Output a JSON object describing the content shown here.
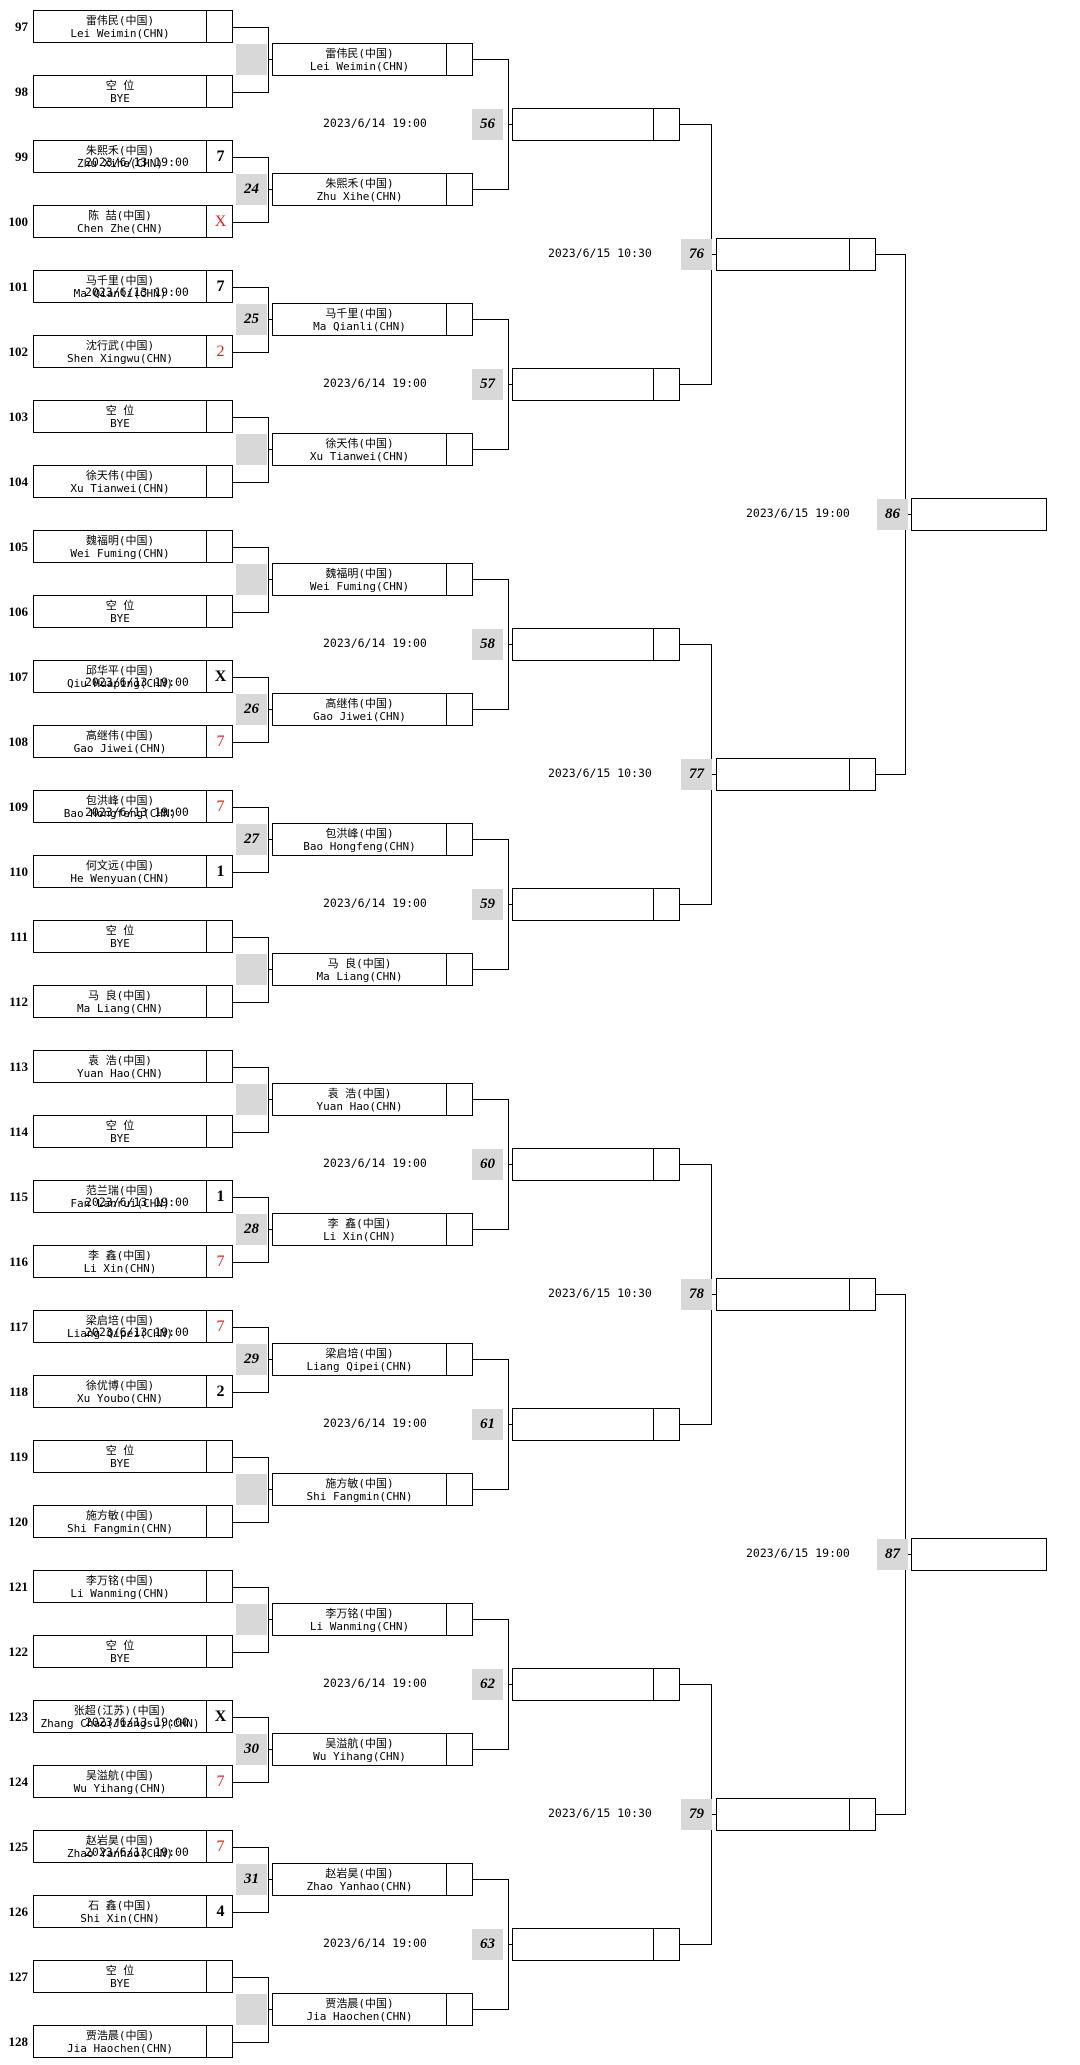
{
  "round1": [
    {
      "seed": "97",
      "cn": "雷伟民(中国)",
      "en": "Lei Weimin(CHN)",
      "score": ""
    },
    {
      "seed": "98",
      "cn": "空  位",
      "en": "BYE",
      "score": ""
    },
    {
      "seed": "99",
      "cn": "朱熙禾(中国)",
      "en": "Zhu Xihe(CHN)",
      "score": "7"
    },
    {
      "seed": "100",
      "cn": "陈  喆(中国)",
      "en": "Chen Zhe(CHN)",
      "score": "X",
      "score_red": true
    },
    {
      "seed": "101",
      "cn": "马千里(中国)",
      "en": "Ma Qianli(CHN)",
      "score": "7"
    },
    {
      "seed": "102",
      "cn": "沈行武(中国)",
      "en": "Shen Xingwu(CHN)",
      "score": "2",
      "score_red": true
    },
    {
      "seed": "103",
      "cn": "空  位",
      "en": "BYE",
      "score": ""
    },
    {
      "seed": "104",
      "cn": "徐天伟(中国)",
      "en": "Xu Tianwei(CHN)",
      "score": ""
    },
    {
      "seed": "105",
      "cn": "魏福明(中国)",
      "en": "Wei Fuming(CHN)",
      "score": ""
    },
    {
      "seed": "106",
      "cn": "空  位",
      "en": "BYE",
      "score": ""
    },
    {
      "seed": "107",
      "cn": "邱华平(中国)",
      "en": "Qiu Huaping(CHN)",
      "score": "X"
    },
    {
      "seed": "108",
      "cn": "高继伟(中国)",
      "en": "Gao Jiwei(CHN)",
      "score": "7",
      "score_red": true
    },
    {
      "seed": "109",
      "cn": "包洪峰(中国)",
      "en": "Bao Hongfeng(CHN)",
      "score": "7",
      "score_red": true
    },
    {
      "seed": "110",
      "cn": "何文远(中国)",
      "en": "He Wenyuan(CHN)",
      "score": "1"
    },
    {
      "seed": "111",
      "cn": "空  位",
      "en": "BYE",
      "score": ""
    },
    {
      "seed": "112",
      "cn": "马  良(中国)",
      "en": "Ma Liang(CHN)",
      "score": ""
    },
    {
      "seed": "113",
      "cn": "袁  浩(中国)",
      "en": "Yuan Hao(CHN)",
      "score": ""
    },
    {
      "seed": "114",
      "cn": "空  位",
      "en": "BYE",
      "score": ""
    },
    {
      "seed": "115",
      "cn": "范兰瑞(中国)",
      "en": "Fan Lanrui(CHN)",
      "score": "1"
    },
    {
      "seed": "116",
      "cn": "李  鑫(中国)",
      "en": "Li Xin(CHN)",
      "score": "7",
      "score_red": true
    },
    {
      "seed": "117",
      "cn": "梁启培(中国)",
      "en": "Liang Qipei(CHN)",
      "score": "7",
      "score_red": true
    },
    {
      "seed": "118",
      "cn": "徐优博(中国)",
      "en": "Xu Youbo(CHN)",
      "score": "2"
    },
    {
      "seed": "119",
      "cn": "空  位",
      "en": "BYE",
      "score": ""
    },
    {
      "seed": "120",
      "cn": "施方敏(中国)",
      "en": "Shi Fangmin(CHN)",
      "score": ""
    },
    {
      "seed": "121",
      "cn": "李万铭(中国)",
      "en": "Li Wanming(CHN)",
      "score": ""
    },
    {
      "seed": "122",
      "cn": "空  位",
      "en": "BYE",
      "score": ""
    },
    {
      "seed": "123",
      "cn": "张超(江苏)(中国)",
      "en": "Zhang Chao(Jiangsu)(CHN)",
      "score": "X"
    },
    {
      "seed": "124",
      "cn": "吴溢航(中国)",
      "en": "Wu Yihang(CHN)",
      "score": "7",
      "score_red": true
    },
    {
      "seed": "125",
      "cn": "赵岩昊(中国)",
      "en": "Zhao Yanhao(CHN)",
      "score": "7",
      "score_red": true
    },
    {
      "seed": "126",
      "cn": "石  鑫(中国)",
      "en": "Shi Xin(CHN)",
      "score": "4"
    },
    {
      "seed": "127",
      "cn": "空  位",
      "en": "BYE",
      "score": ""
    },
    {
      "seed": "128",
      "cn": "贾浩晨(中国)",
      "en": "Jia Haochen(CHN)",
      "score": ""
    }
  ],
  "round2": [
    {
      "no": "",
      "date": "",
      "cn": "雷伟民(中国)",
      "en": "Lei Weimin(CHN)"
    },
    {
      "no": "24",
      "date": "2023/6/13 19:00",
      "cn": "朱熙禾(中国)",
      "en": "Zhu Xihe(CHN)"
    },
    {
      "no": "25",
      "date": "2023/6/13 19:00",
      "cn": "马千里(中国)",
      "en": "Ma Qianli(CHN)"
    },
    {
      "no": "",
      "date": "",
      "cn": "徐天伟(中国)",
      "en": "Xu Tianwei(CHN)"
    },
    {
      "no": "",
      "date": "",
      "cn": "魏福明(中国)",
      "en": "Wei Fuming(CHN)"
    },
    {
      "no": "26",
      "date": "2023/6/13 19:00",
      "cn": "高继伟(中国)",
      "en": "Gao Jiwei(CHN)"
    },
    {
      "no": "27",
      "date": "2023/6/13 19:00",
      "cn": "包洪峰(中国)",
      "en": "Bao Hongfeng(CHN)"
    },
    {
      "no": "",
      "date": "",
      "cn": "马  良(中国)",
      "en": "Ma Liang(CHN)"
    },
    {
      "no": "",
      "date": "",
      "cn": "袁  浩(中国)",
      "en": "Yuan Hao(CHN)"
    },
    {
      "no": "28",
      "date": "2023/6/13 19:00",
      "cn": "李  鑫(中国)",
      "en": "Li Xin(CHN)"
    },
    {
      "no": "29",
      "date": "2023/6/13 19:00",
      "cn": "梁启培(中国)",
      "en": "Liang Qipei(CHN)"
    },
    {
      "no": "",
      "date": "",
      "cn": "施方敏(中国)",
      "en": "Shi Fangmin(CHN)"
    },
    {
      "no": "",
      "date": "",
      "cn": "李万铭(中国)",
      "en": "Li Wanming(CHN)"
    },
    {
      "no": "30",
      "date": "2023/6/13 19:00",
      "cn": "吴溢航(中国)",
      "en": "Wu Yihang(CHN)"
    },
    {
      "no": "31",
      "date": "2023/6/13 19:00",
      "cn": "赵岩昊(中国)",
      "en": "Zhao Yanhao(CHN)"
    },
    {
      "no": "",
      "date": "",
      "cn": "贾浩晨(中国)",
      "en": "Jia Haochen(CHN)"
    }
  ],
  "round3": [
    {
      "no": "56",
      "date": "2023/6/14 19:00"
    },
    {
      "no": "57",
      "date": "2023/6/14 19:00"
    },
    {
      "no": "58",
      "date": "2023/6/14 19:00"
    },
    {
      "no": "59",
      "date": "2023/6/14 19:00"
    },
    {
      "no": "60",
      "date": "2023/6/14 19:00"
    },
    {
      "no": "61",
      "date": "2023/6/14 19:00"
    },
    {
      "no": "62",
      "date": "2023/6/14 19:00"
    },
    {
      "no": "63",
      "date": "2023/6/14 19:00"
    }
  ],
  "round4": [
    {
      "no": "76",
      "date": "2023/6/15 10:30"
    },
    {
      "no": "77",
      "date": "2023/6/15 10:30"
    },
    {
      "no": "78",
      "date": "2023/6/15 10:30"
    },
    {
      "no": "79",
      "date": "2023/6/15 10:30"
    }
  ],
  "round5": [
    {
      "no": "86",
      "date": "2023/6/15 19:00"
    },
    {
      "no": "87",
      "date": "2023/6/15 19:00"
    }
  ],
  "colors": {
    "win_score": "#e02020",
    "match_no_bg": "#d8d8d8",
    "line": "#000000"
  }
}
